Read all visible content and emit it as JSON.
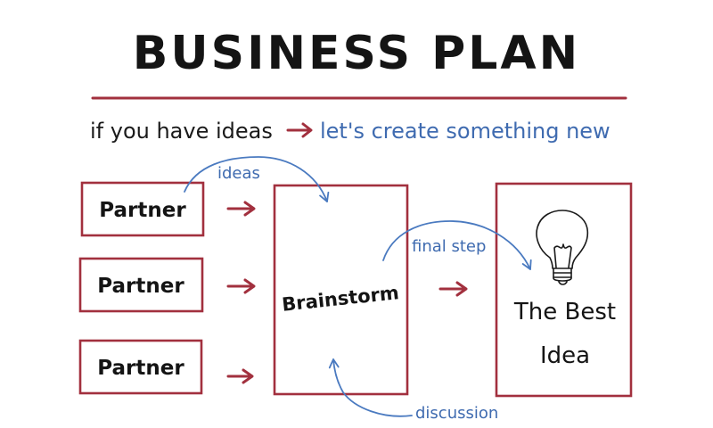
{
  "title": "BUSINESS PLAN",
  "subtitle": {
    "left": "if you have ideas",
    "right": "let's create something new"
  },
  "partners": [
    {
      "label": "Partner"
    },
    {
      "label": "Partner"
    },
    {
      "label": "Partner"
    }
  ],
  "center_box": {
    "label": "Brainstorm"
  },
  "result_box": {
    "line1": "The Best",
    "line2": "Idea"
  },
  "annotations": {
    "ideas": "ideas",
    "final_step": "final step",
    "discussion": "discussion"
  },
  "icons": {
    "result_icon": "lightbulb-icon"
  },
  "colors": {
    "accent": "#a2303e",
    "blue": "#3f6bb0",
    "ink": "#141414"
  }
}
